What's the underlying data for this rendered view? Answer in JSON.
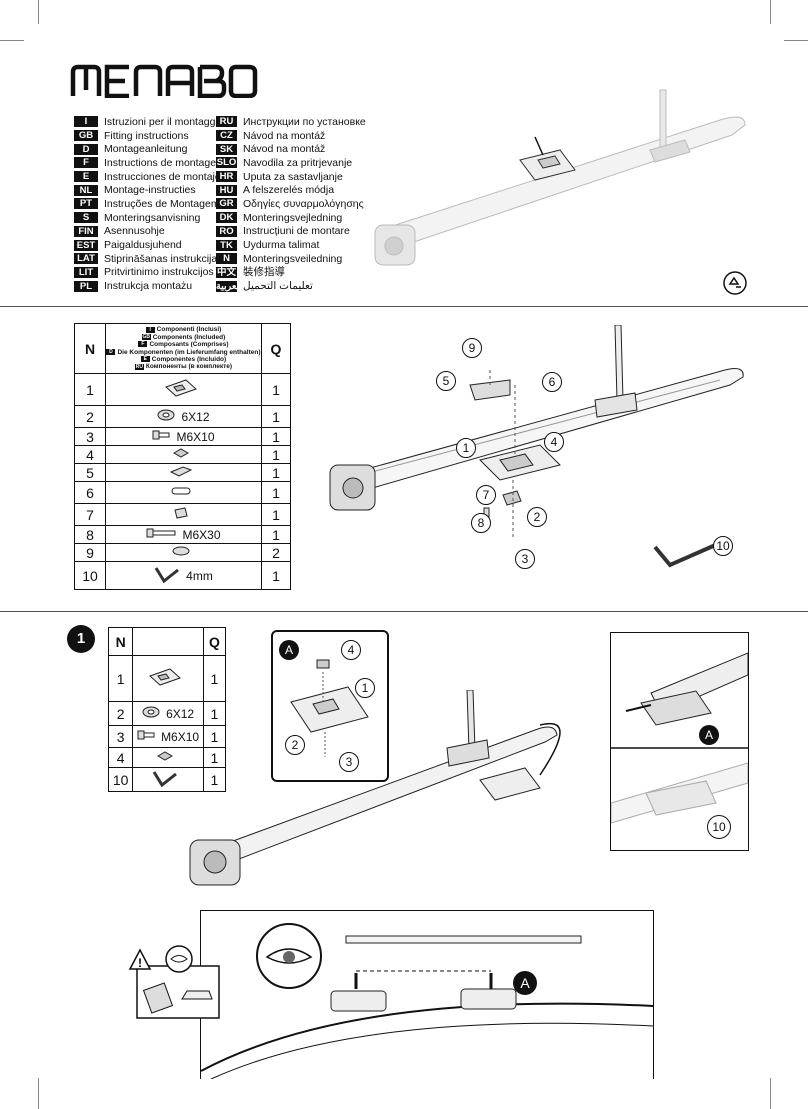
{
  "brand": "MENABO",
  "languages_left": [
    {
      "code": "I",
      "text": "Istruzioni per il montaggio"
    },
    {
      "code": "GB",
      "text": "Fitting instructions"
    },
    {
      "code": "D",
      "text": "Montageanleitung"
    },
    {
      "code": "F",
      "text": "Instructions de montage"
    },
    {
      "code": "E",
      "text": "Instrucciones de montaje"
    },
    {
      "code": "NL",
      "text": "Montage-instructies"
    },
    {
      "code": "PT",
      "text": "Instruções de Montagem"
    },
    {
      "code": "S",
      "text": "Monteringsanvisning"
    },
    {
      "code": "FIN",
      "text": "Asennusohje"
    },
    {
      "code": "EST",
      "text": "Paigaldusjuhend"
    },
    {
      "code": "LAT",
      "text": "Stiprināšanas instrukcija"
    },
    {
      "code": "LIT",
      "text": "Pritvirtinimo instrukcijos"
    },
    {
      "code": "PL",
      "text": "Instrukcja montażu"
    }
  ],
  "languages_right": [
    {
      "code": "RU",
      "text": "Инструкции по установке"
    },
    {
      "code": "CZ",
      "text": "Návod na montáž"
    },
    {
      "code": "SK",
      "text": "Návod na montáž"
    },
    {
      "code": "SLO",
      "text": "Navodila za pritrjevanje"
    },
    {
      "code": "HR",
      "text": "Uputa za sastavljanje"
    },
    {
      "code": "HU",
      "text": "A felszerelés módja"
    },
    {
      "code": "GR",
      "text": "Οδηγίες συναρμολόγησης"
    },
    {
      "code": "DK",
      "text": "Monteringsvejledning"
    },
    {
      "code": "RO",
      "text": "Instrucțiuni de montare"
    },
    {
      "code": "TK",
      "text": "Uydurma talimat"
    },
    {
      "code": "N",
      "text": "Monteringsveiledning"
    },
    {
      "code": "中文",
      "text": "裝修指導"
    },
    {
      "code": "العربية",
      "text": "تعليمات التحميل"
    }
  ],
  "components_table": {
    "col_n": "N",
    "col_q": "Q",
    "header_list": [
      {
        "code": "I",
        "text": "Componenti (Inclusi)"
      },
      {
        "code": "GB",
        "text": "Components (Included)"
      },
      {
        "code": "F",
        "text": "Composants (Comprises)"
      },
      {
        "code": "D",
        "text": "Die Komponenten (im Lieferumfang enthalten)"
      },
      {
        "code": "E",
        "text": "Componentes (Incluido)"
      },
      {
        "code": "RU",
        "text": "Компоненты (в комплекте)"
      }
    ],
    "rows": [
      {
        "n": "1",
        "label": "",
        "q": "1",
        "icon": "plate-icon"
      },
      {
        "n": "2",
        "label": "6X12",
        "q": "1",
        "icon": "washer-icon"
      },
      {
        "n": "3",
        "label": "M6X10",
        "q": "1",
        "icon": "screw-icon"
      },
      {
        "n": "4",
        "label": "",
        "q": "1",
        "icon": "nut-icon"
      },
      {
        "n": "5",
        "label": "",
        "q": "1",
        "icon": "clamp-icon"
      },
      {
        "n": "6",
        "label": "",
        "q": "1",
        "icon": "pin-icon"
      },
      {
        "n": "7",
        "label": "",
        "q": "1",
        "icon": "bracket-icon"
      },
      {
        "n": "8",
        "label": "M6X30",
        "q": "1",
        "icon": "bolt-icon"
      },
      {
        "n": "9",
        "label": "",
        "q": "2",
        "icon": "spring-icon"
      },
      {
        "n": "10",
        "label": "4mm",
        "q": "1",
        "icon": "hex-key-icon"
      }
    ]
  },
  "exploded_callouts": [
    "9",
    "5",
    "6",
    "1",
    "4",
    "7",
    "2",
    "8",
    "3",
    "10"
  ],
  "step1": {
    "number": "1",
    "table": {
      "col_n": "N",
      "col_q": "Q",
      "rows": [
        {
          "n": "1",
          "label": "",
          "q": "1"
        },
        {
          "n": "2",
          "label": "6X12",
          "q": "1"
        },
        {
          "n": "3",
          "label": "M6X10",
          "q": "1"
        },
        {
          "n": "4",
          "label": "",
          "q": "1"
        },
        {
          "n": "10",
          "label": "",
          "q": "1"
        }
      ]
    },
    "detail_a": {
      "label": "A",
      "callouts": [
        "4",
        "1",
        "2",
        "3"
      ]
    },
    "right_panel_a": "A",
    "right_panel_10": "10"
  },
  "bottom_panel": {
    "label": "A"
  }
}
